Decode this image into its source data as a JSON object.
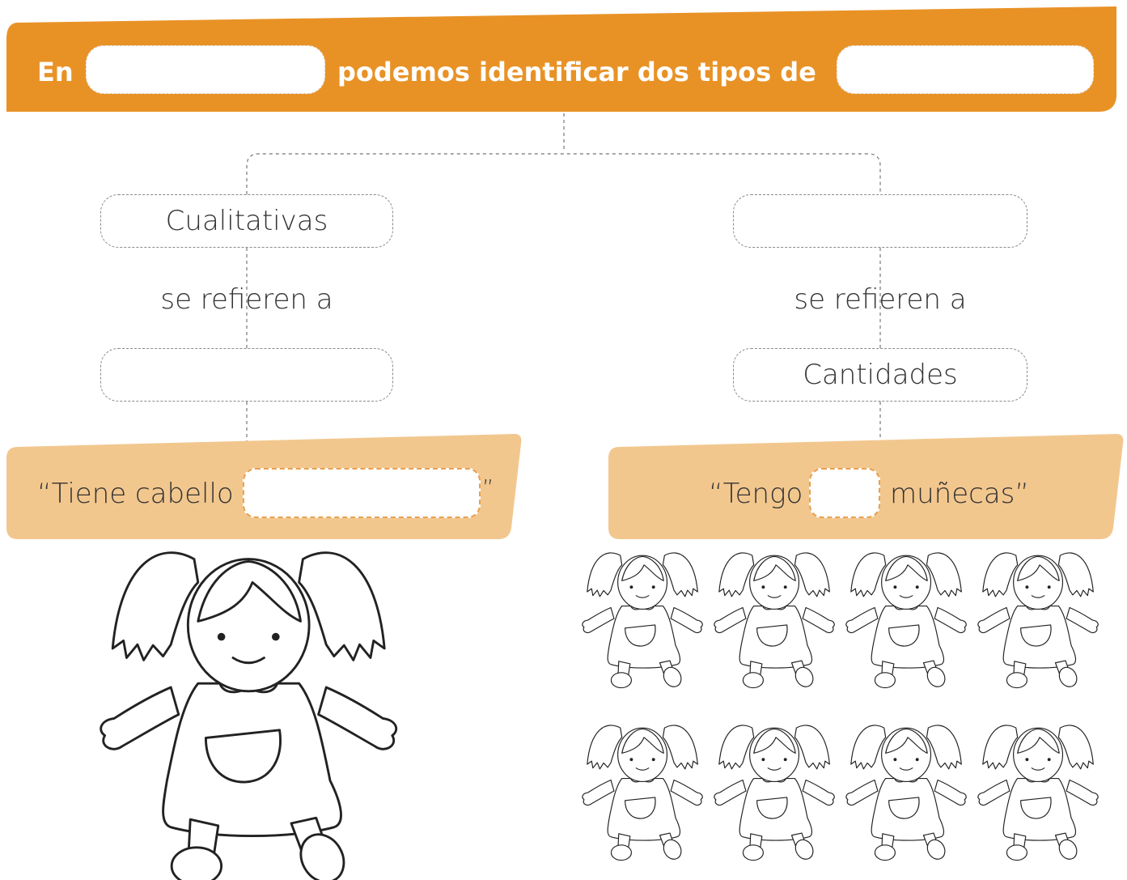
{
  "header": {
    "text_en": "En",
    "text_middle": "podemos identificar dos tipos de",
    "blank_1_value": "",
    "blank_2_value": "",
    "color": "#E89226"
  },
  "left_branch": {
    "type_label": "Cualitativas",
    "connector_text": "se refieren a",
    "description_value": "",
    "example_prefix": "“Tiene cabello",
    "example_blank_value": "",
    "example_suffix": "”",
    "illustration": "doll-icon"
  },
  "right_branch": {
    "type_value": "",
    "connector_text": "se refieren a",
    "description_label": "Cantidades",
    "example_prefix": "“Tengo",
    "example_blank_value": "",
    "example_suffix": "muñecas”",
    "illustration": "doll-icon",
    "doll_count": 8
  },
  "colors": {
    "header_orange": "#E89226",
    "example_panel": "#F2C78E",
    "dashed_line": "#8a8a8a"
  }
}
